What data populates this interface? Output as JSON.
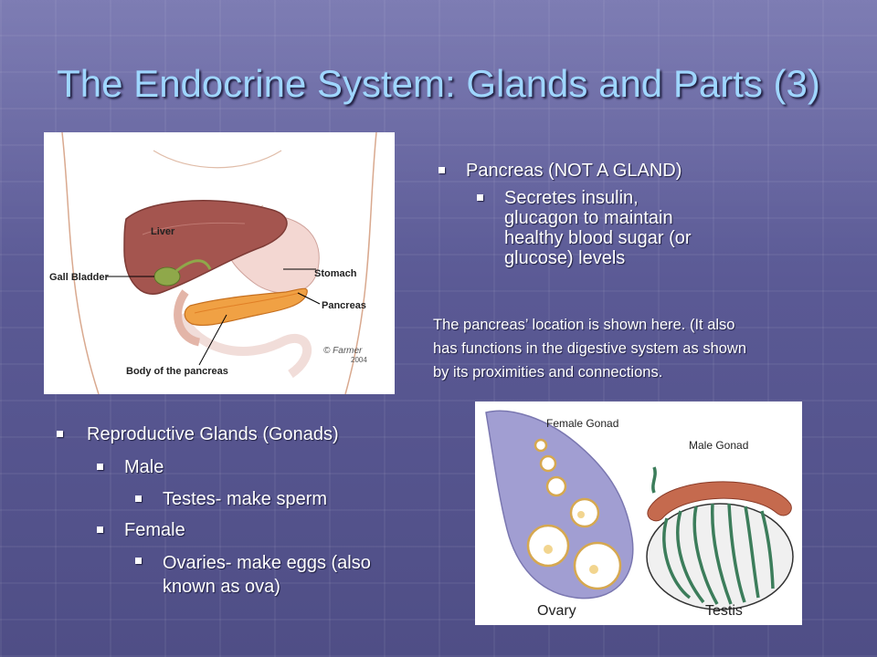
{
  "slide": {
    "title": "The Endocrine System: Glands and Parts (3)",
    "pancreas_bullets": {
      "main": "Pancreas (NOT A GLAND)",
      "sub_lines": [
        "Secretes insulin,",
        "glucagon to maintain",
        "healthy blood sugar (or",
        "glucose) levels"
      ]
    },
    "caption_lines": [
      "The pancreas’ location is shown here.  (It also",
      "has functions in the digestive system as shown",
      "by its proximities and connections."
    ],
    "reproductive_bullets": {
      "main": "Reproductive Glands (Gonads)",
      "male": "Male",
      "male_sub": "Testes- make sperm",
      "female": "Female",
      "female_sub_lines": [
        "Ovaries- make eggs (also",
        "known as ova)"
      ]
    },
    "pancreas_diagram": {
      "labels": {
        "liver": "Liver",
        "gall_bladder": "Gall Bladder",
        "stomach": "Stomach",
        "pancreas": "Pancreas",
        "body": "Body of the pancreas",
        "signature": "© Farmer",
        "year": "2004"
      }
    },
    "gonad_diagram": {
      "labels": {
        "female_gonad": "Female Gonad",
        "male_gonad": "Male Gonad",
        "ovary": "Ovary",
        "testis": "Testis"
      }
    }
  }
}
